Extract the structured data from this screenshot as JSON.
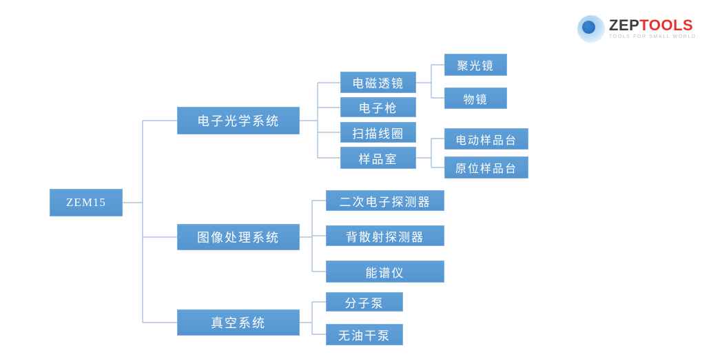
{
  "logo": {
    "brand_primary": "ZEP",
    "brand_secondary": "TOOLS",
    "tagline": "TOOLS FOR SMALL WORLD.",
    "colors": {
      "brand_primary": "#3d3d3f",
      "brand_secondary": "#e6312d",
      "orb_blue": "#2c70bd"
    }
  },
  "diagram": {
    "type": "tree",
    "box_fill": "#5b9bd5",
    "box_border": "#7fadde",
    "text_color": "#ffffff",
    "connector_color": "#9db7d8",
    "nodes": [
      {
        "id": "zem15",
        "label": "ZEM15",
        "level": 0
      },
      {
        "id": "electron-optics-system",
        "label": "电子光学系统",
        "level": 1
      },
      {
        "id": "image-processing-system",
        "label": "图像处理系统",
        "level": 1
      },
      {
        "id": "vacuum-system",
        "label": "真空系统",
        "level": 1
      },
      {
        "id": "electromagnetic-lens",
        "label": "电磁透镜",
        "level": 2
      },
      {
        "id": "electron-gun",
        "label": "电子枪",
        "level": 2
      },
      {
        "id": "scan-coil",
        "label": "扫描线圈",
        "level": 2
      },
      {
        "id": "sample-chamber",
        "label": "样品室",
        "level": 2
      },
      {
        "id": "condenser-lens",
        "label": "聚光镜",
        "level": 3
      },
      {
        "id": "objective-lens",
        "label": "物镜",
        "level": 3
      },
      {
        "id": "motorized-sample-stage",
        "label": "电动样品台",
        "level": 3
      },
      {
        "id": "in-situ-sample-stage",
        "label": "原位样品台",
        "level": 3
      },
      {
        "id": "secondary-electron-detector",
        "label": "二次电子探测器",
        "level": 2
      },
      {
        "id": "backscatter-detector",
        "label": "背散射探测器",
        "level": 2
      },
      {
        "id": "eds-spectrometer",
        "label": "能谱仪",
        "level": 2
      },
      {
        "id": "molecular-pump",
        "label": "分子泵",
        "level": 2
      },
      {
        "id": "oil-free-dry-pump",
        "label": "无油干泵",
        "level": 2
      }
    ],
    "tree": {
      "ZEM15": {
        "电子光学系统": {
          "电磁透镜": {
            "聚光镜": {},
            "物镜": {}
          },
          "电子枪": {},
          "扫描线圈": {},
          "样品室": {
            "电动样品台": {},
            "原位样品台": {}
          }
        },
        "图像处理系统": {
          "二次电子探测器": {},
          "背散射探测器": {},
          "能谱仪": {}
        },
        "真空系统": {
          "分子泵": {},
          "无油干泵": {}
        }
      }
    }
  }
}
